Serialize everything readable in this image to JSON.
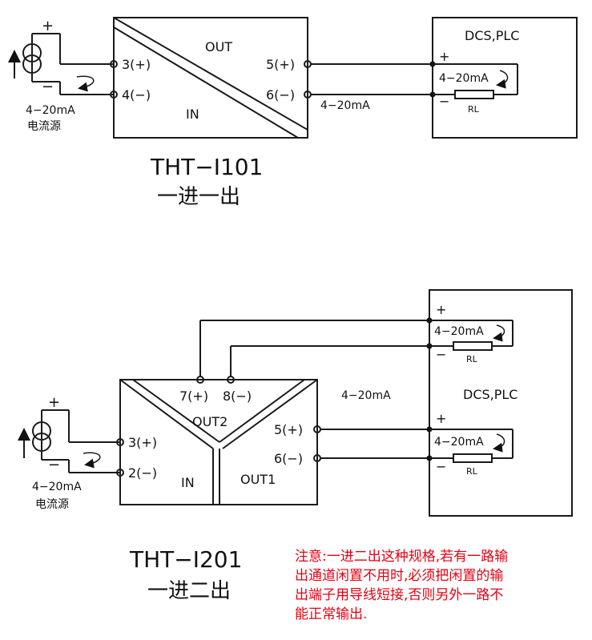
{
  "d1": {
    "plus": "+",
    "minus": "−",
    "src_current": "4−20mA",
    "src_name": "电流源",
    "in_pos": "3(+)",
    "in_neg": "4(−)",
    "out_label": "OUT",
    "in_label": "IN",
    "out_pos": "5(+)",
    "out_neg": "6(−)",
    "line_current": "4−20mA",
    "dcs_title": "DCS,PLC",
    "load_current": "4−20mA",
    "rl": "RL",
    "model": "THT−I101",
    "model_desc": "一进一出"
  },
  "d2": {
    "plus": "+",
    "minus": "−",
    "src_current": "4−20mA",
    "src_name": "电流源",
    "in_pos": "3(+)",
    "in_neg": "2(−)",
    "out2_pos": "7(+)",
    "out2_neg": "8(−)",
    "out2_label": "OUT2",
    "in_label": "IN",
    "out1_label": "OUT1",
    "out1_pos": "5(+)",
    "out1_neg": "6(−)",
    "line_current": "4−20mA",
    "dcs_title": "DCS,PLC",
    "load_current": "4−20mA",
    "rl": "RL",
    "model": "THT−I201",
    "model_desc": "一进二出"
  },
  "note": {
    "lines": [
      "注意:一进二出这种规格,若有一路输",
      "出通道闲置不用时,必须把闲置的输",
      "出端子用导线短接,否则另外一路不",
      "能正常输出."
    ],
    "color": "#e60012"
  }
}
